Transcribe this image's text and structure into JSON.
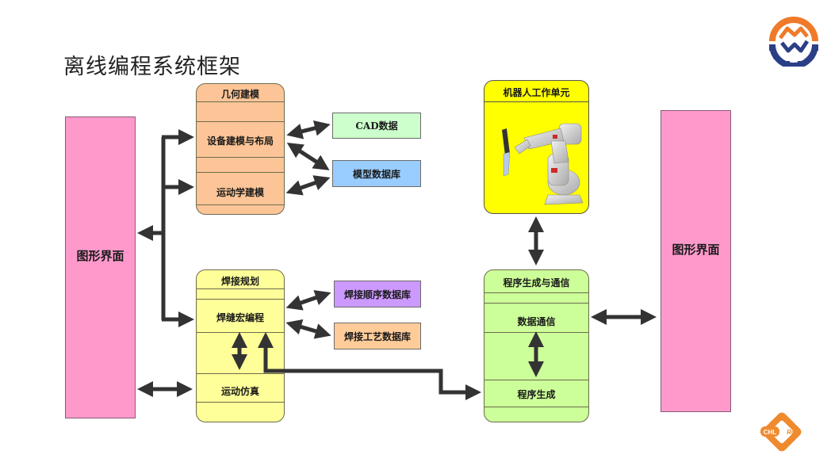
{
  "title": "离线编程系统框架",
  "colors": {
    "gui": "#ff99cc",
    "geometry": "#fdc597",
    "welding": "#ffff99",
    "program": "#ccff99",
    "robot_cell": "#ffff00",
    "cad": "#ccffcc",
    "model_db": "#99ccff",
    "weld_seq_db": "#cc99ff",
    "weld_proc_db": "#ffcc99",
    "arrow": "#333333"
  },
  "gui_left": {
    "label": "图形界面"
  },
  "gui_right": {
    "label": "图形界面"
  },
  "geometry_block": {
    "header": "几何建模",
    "items": [
      "设备建模与布局",
      "运动学建模"
    ]
  },
  "welding_block": {
    "header": "焊接规划",
    "items": [
      "焊缝宏编程",
      "运动仿真"
    ]
  },
  "robot_cell": {
    "header": "机器人工作单元",
    "image": "welding-robot-image"
  },
  "program_block": {
    "header": "程序生成与通信",
    "items": [
      "数据通信",
      "程序生成"
    ]
  },
  "databases": {
    "cad": "CAD数据",
    "model": "模型数据库",
    "weld_sequence": "焊接顺序数据库",
    "weld_process": "焊接工艺数据库"
  },
  "logos": {
    "top": "company-gear-logo",
    "bottom": "CHL Rob",
    "bottom_left": "CHL",
    "bottom_right": "Rob"
  }
}
